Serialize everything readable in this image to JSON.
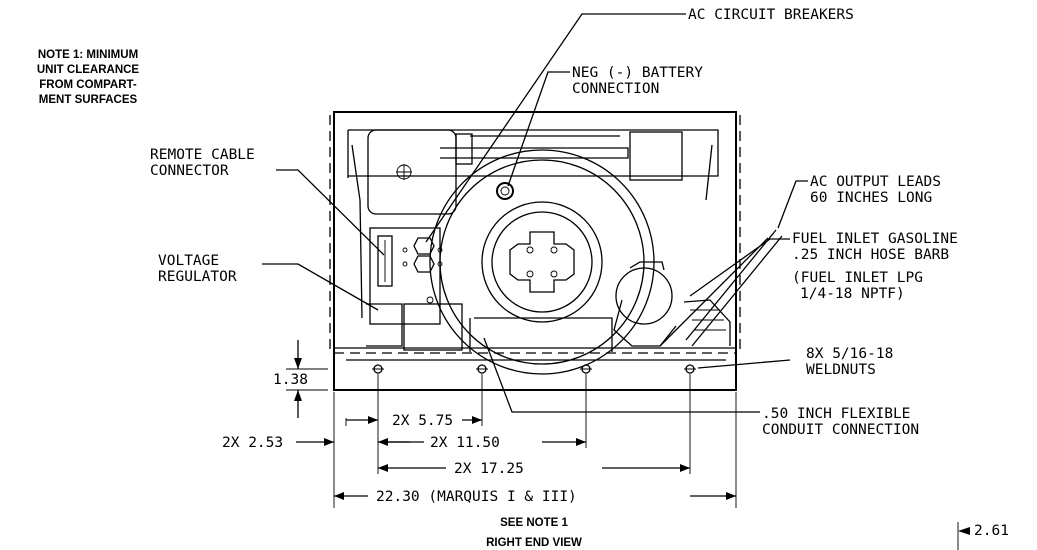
{
  "note": {
    "lines": [
      "NOTE 1: MINIMUM",
      "UNIT CLEARANCE",
      "FROM COMPART-",
      "MENT SURFACES"
    ]
  },
  "callouts": {
    "ac_breakers": "AC CIRCUIT BREAKERS",
    "neg_battery_1": "NEG (-) BATTERY",
    "neg_battery_2": "CONNECTION",
    "remote_cable_1": "REMOTE CABLE",
    "remote_cable_2": "CONNECTOR",
    "voltage_reg_1": "VOLTAGE",
    "voltage_reg_2": "REGULATOR",
    "ac_output_1": "AC OUTPUT LEADS",
    "ac_output_2": "60 INCHES LONG",
    "fuel_gas_1": "FUEL INLET GASOLINE",
    "fuel_gas_2": ".25 INCH HOSE BARB",
    "fuel_lpg_1": "(FUEL INLET LPG",
    "fuel_lpg_2": "1/4-18 NPTF)",
    "weldnuts_1": "8X 5/16-18",
    "weldnuts_2": "WELDNUTS",
    "conduit_1": ".50 INCH FLEXIBLE",
    "conduit_2": "CONDUIT CONNECTION"
  },
  "dimensions": {
    "height": "1.38",
    "d_575": "2X 5.75",
    "d_253": "2X 2.53",
    "d_1150": "2X 11.50",
    "d_1725": "2X 17.25",
    "d_2230": "22.30 (MARQUIS I & III)",
    "d_261": "2.61"
  },
  "captions": {
    "see_note": "SEE NOTE 1",
    "view": "RIGHT END VIEW"
  }
}
